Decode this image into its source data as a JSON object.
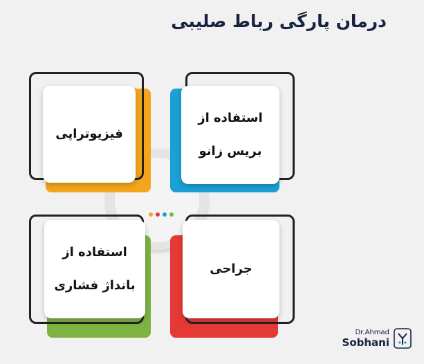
{
  "title": "درمان پارگی رباط صلیبی",
  "cards": {
    "top_left": {
      "line1": "فیزیوتراپی",
      "accent": "#f2a51d"
    },
    "top_right": {
      "line1": "استفاده از",
      "line2": "بریس زانو",
      "accent": "#1ba0d6"
    },
    "bottom_left": {
      "line1": "استفاده از",
      "line2": "بانداژ فشاری",
      "accent": "#7cb342"
    },
    "bottom_right": {
      "line1": "جراحی",
      "accent": "#e53935"
    }
  },
  "center_dots": [
    "#f2a51d",
    "#e53935",
    "#1ba0d6",
    "#7cb342"
  ],
  "logo": {
    "line1": "Dr.Ahmad",
    "line2": "Sobhani"
  }
}
